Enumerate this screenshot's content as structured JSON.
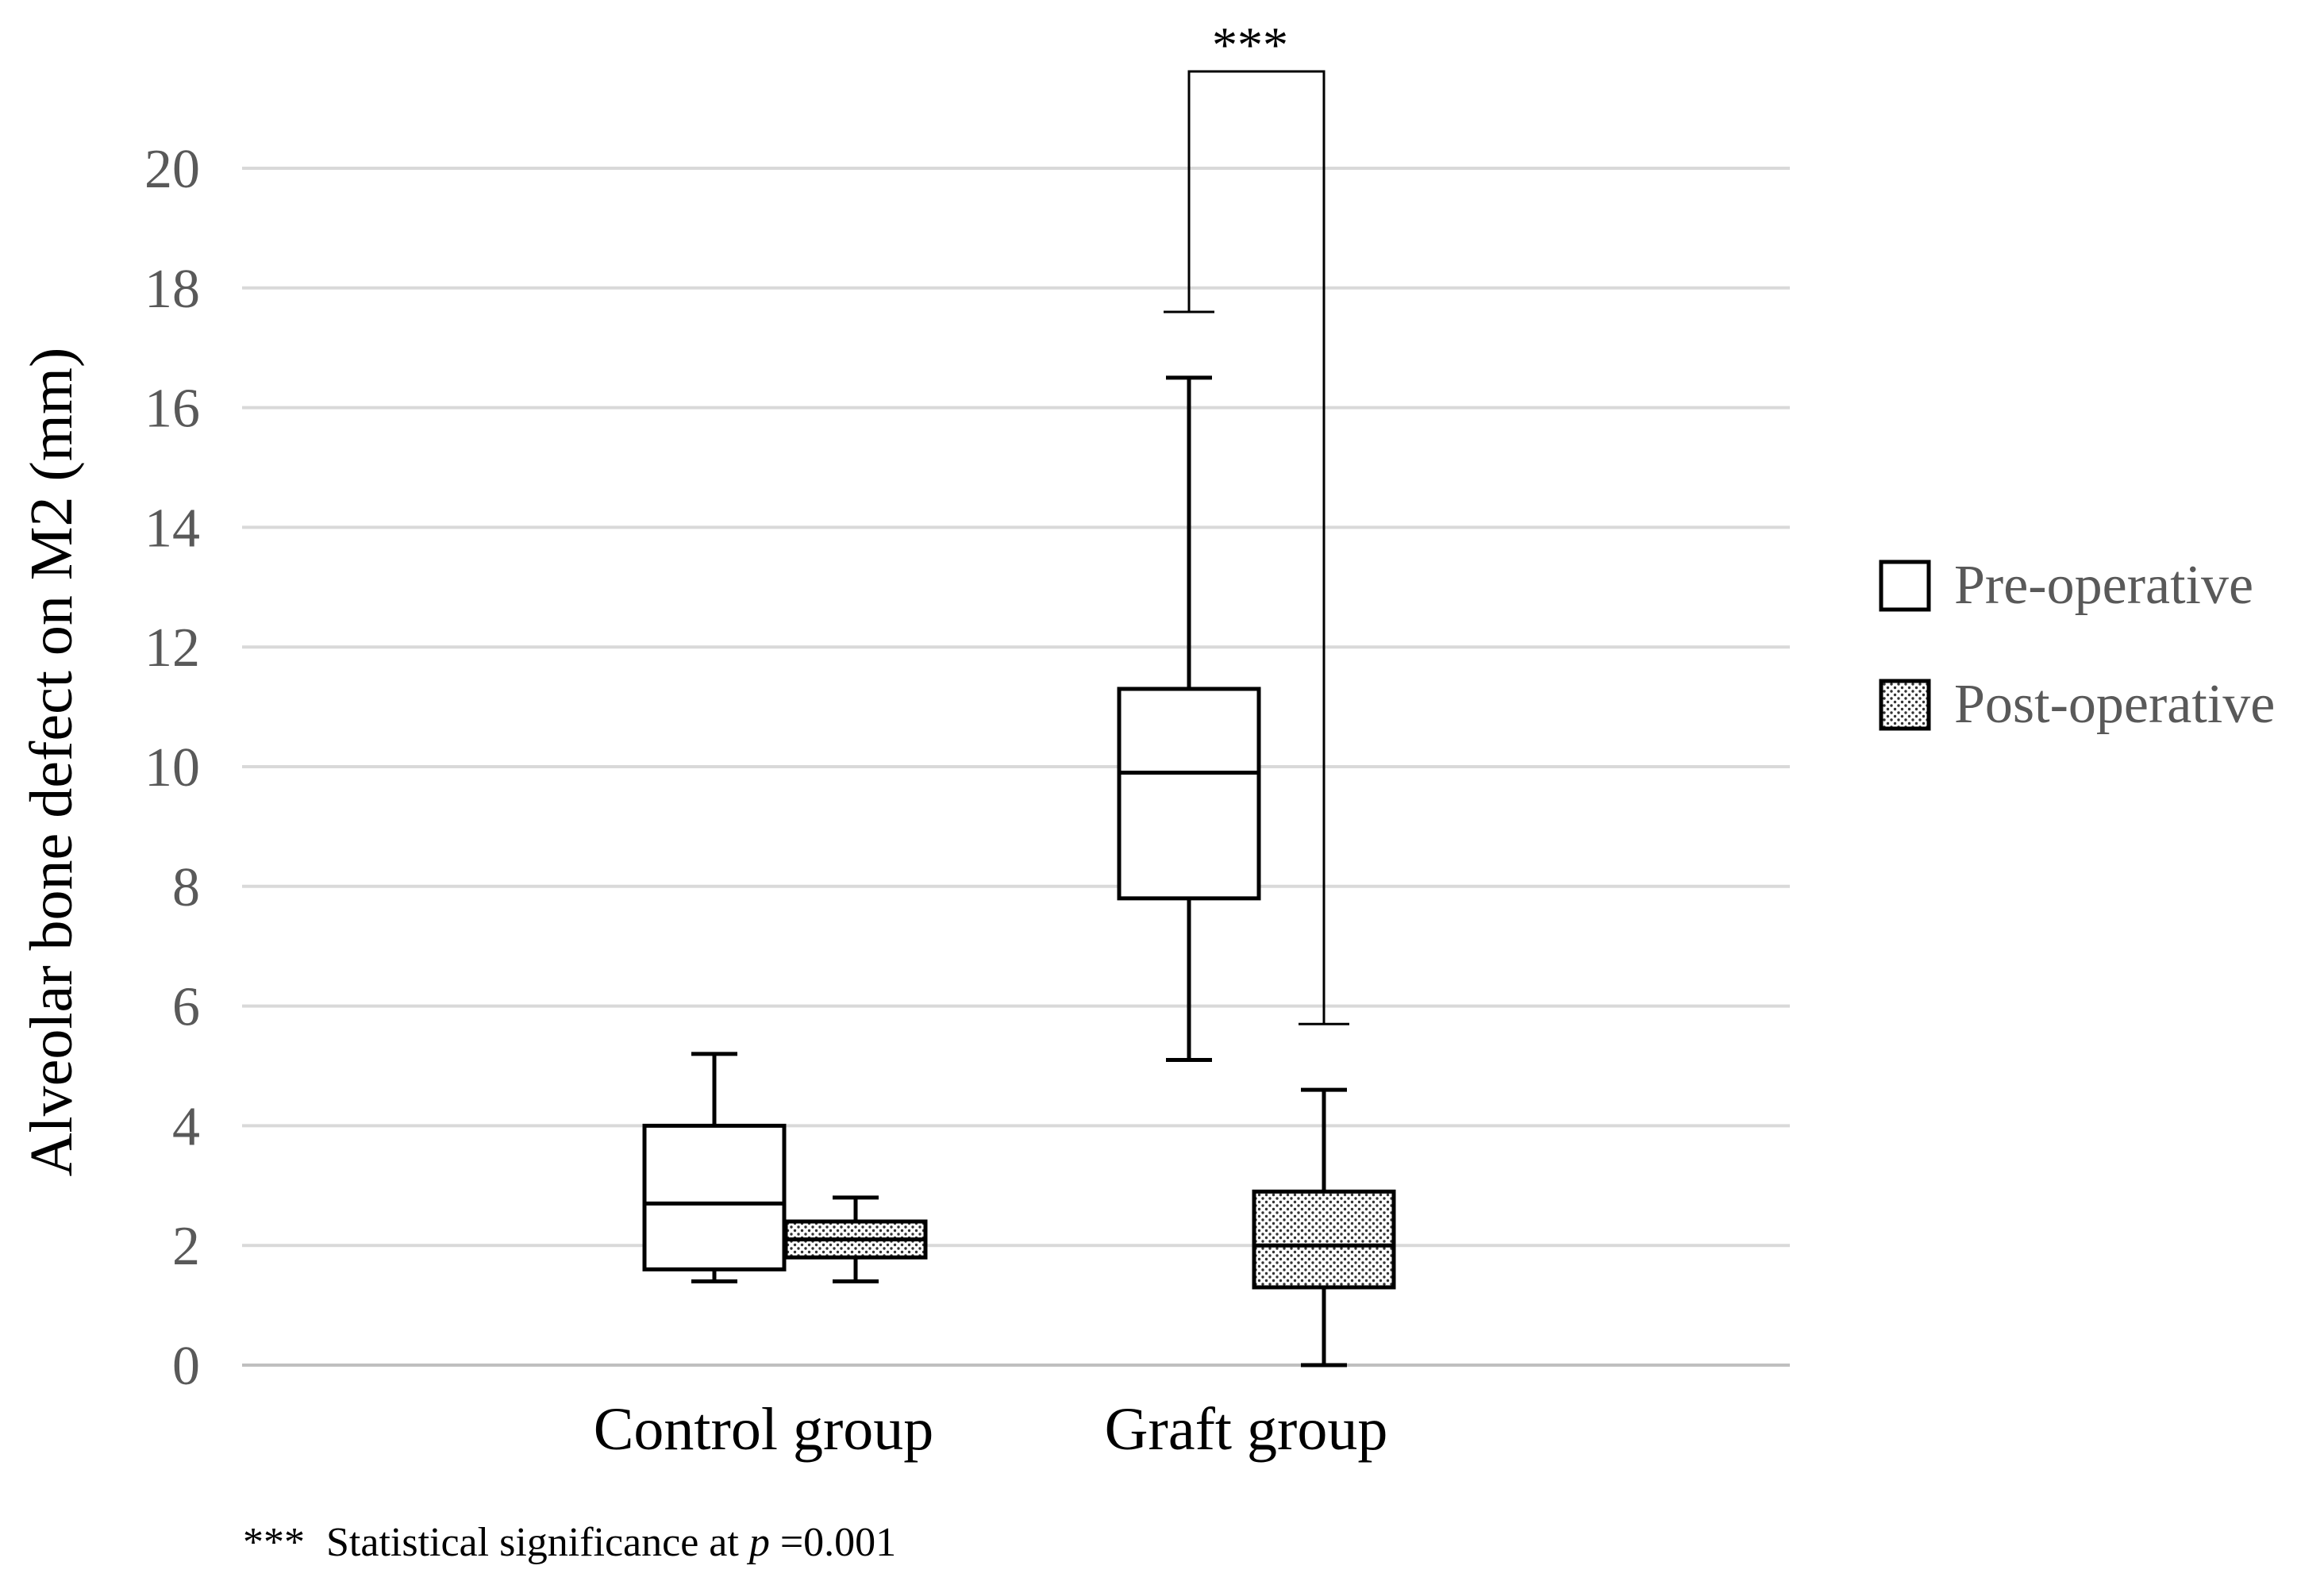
{
  "chart_data": {
    "type": "box",
    "title": "",
    "xlabel": "",
    "ylabel": "Alveolar bone defect on M2 (mm)",
    "ylim": [
      0,
      20
    ],
    "yticks": [
      0,
      2,
      4,
      6,
      8,
      10,
      12,
      14,
      16,
      18,
      20
    ],
    "grid": true,
    "legend_position": "right",
    "categories": [
      "Control group",
      "Graft group"
    ],
    "series": [
      {
        "name": "Pre-operative",
        "fill": "white",
        "boxes": [
          {
            "min": 1.4,
            "q1": 1.6,
            "median": 2.7,
            "q3": 4.0,
            "max": 5.2
          },
          {
            "min": 5.1,
            "q1": 7.8,
            "median": 9.9,
            "q3": 11.3,
            "max": 16.5
          }
        ]
      },
      {
        "name": "Post-operative",
        "fill": "dotted",
        "boxes": [
          {
            "min": 1.4,
            "q1": 1.8,
            "median": 2.1,
            "q3": 2.4,
            "max": 2.8
          },
          {
            "min": 0.0,
            "q1": 1.3,
            "median": 2.0,
            "q3": 2.9,
            "max": 4.6
          }
        ]
      }
    ],
    "significance": {
      "label": "***",
      "category": "Graft group",
      "pre_value": 17.6,
      "post_value": 5.7
    },
    "footnote": {
      "marker": "***",
      "text_prefix": "Statistical significance at ",
      "p_symbol": "p",
      "p_rest": "=0.001"
    }
  },
  "colors": {
    "grid": "#d9d9d9",
    "axis": "#bfbfbf",
    "stroke": "#000000",
    "tick_text": "#595959",
    "label_text": "#000000"
  }
}
